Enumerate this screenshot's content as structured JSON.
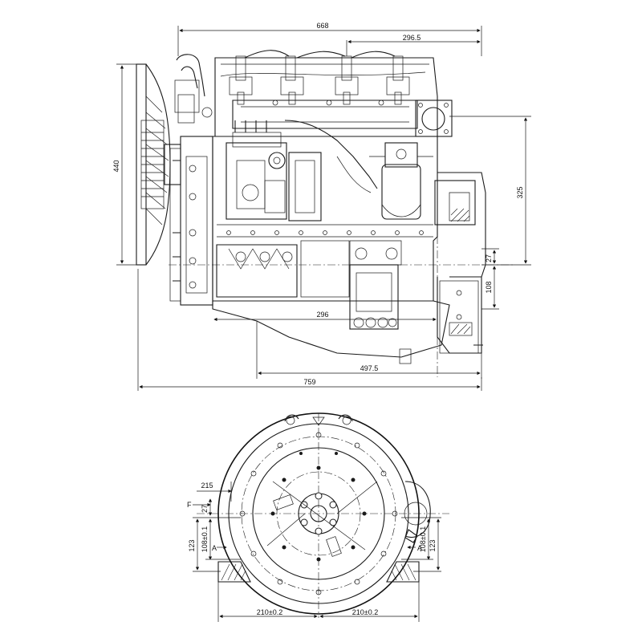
{
  "dimensions": {
    "top_width": "668",
    "top_offset": "296.5",
    "height_fan": "440",
    "height_right": "325",
    "small_27": "27",
    "small_108": "108",
    "bottom_296": "296",
    "bottom_4975": "497.5",
    "bottom_759": "759",
    "flywheel_215": "215",
    "flywheel_27": "27",
    "flywheel_123": "123",
    "flywheel_108_left": "108±0.1",
    "flywheel_108_right": "108±0.1",
    "flywheel_123_right": "123",
    "flywheel_210_left": "210±0.2",
    "flywheel_210_right": "210±0.2"
  },
  "labels": {
    "F": "F",
    "A_left": "A",
    "A_right": "A"
  }
}
